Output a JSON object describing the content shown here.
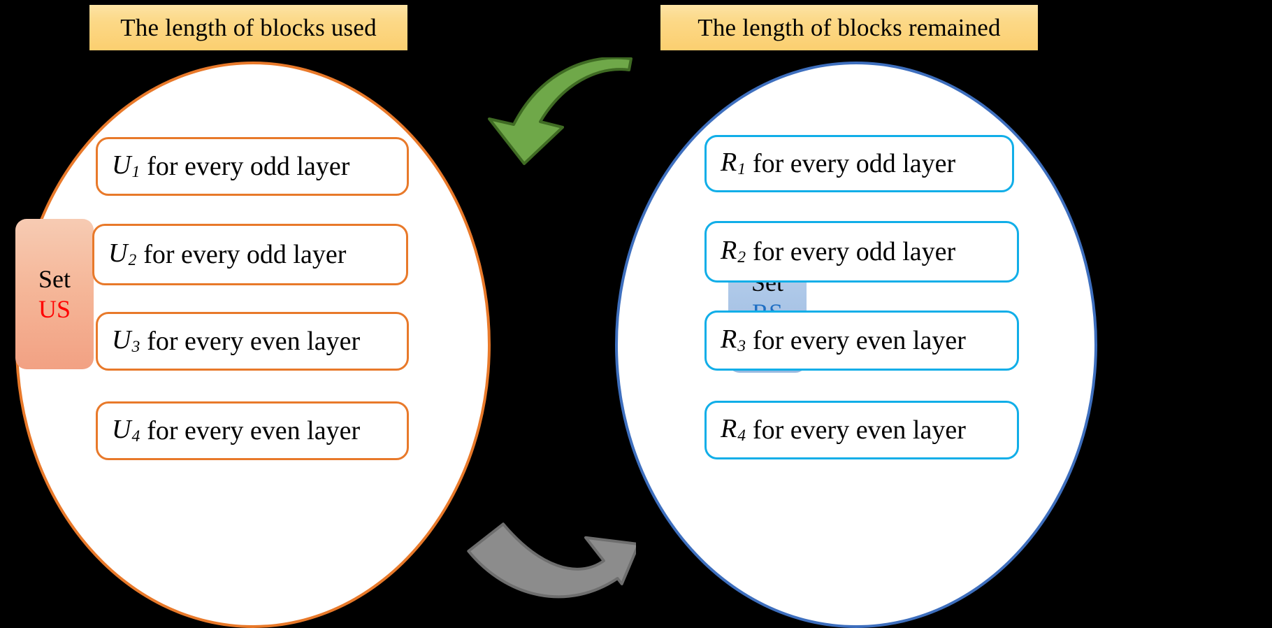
{
  "background_color": "#000000",
  "headers": {
    "left": "The length of blocks used",
    "right": "The length of blocks remained"
  },
  "left_group": {
    "name": "Set US",
    "set_tab": {
      "line1": "Set",
      "line2": "US"
    },
    "ellipse_border_color": "#E8792A",
    "box_border_color": "#E8792A",
    "tab_fill_color": "#F2A183",
    "code_color": "#FF0000",
    "items": [
      {
        "symbol": "U",
        "subscript": "1",
        "text": "for every odd layer"
      },
      {
        "symbol": "U",
        "subscript": "2",
        "text": "for every odd layer"
      },
      {
        "symbol": "U",
        "subscript": "3",
        "text": "for every even layer"
      },
      {
        "symbol": "U",
        "subscript": "4",
        "text": "for every even layer"
      }
    ]
  },
  "right_group": {
    "name": "Set RS",
    "set_tab": {
      "line1": "Set",
      "line2": "RS"
    },
    "ellipse_border_color": "#3E6FBE",
    "box_border_color": "#11AEE8",
    "tab_fill_color": "#98B9E0",
    "code_color": "#1F6FC4",
    "items": [
      {
        "symbol": "R",
        "subscript": "1",
        "text": "for every odd layer"
      },
      {
        "symbol": "R",
        "subscript": "2",
        "text": "for every odd layer"
      },
      {
        "symbol": "R",
        "subscript": "3",
        "text": "for every even layer"
      },
      {
        "symbol": "R",
        "subscript": "4",
        "text": "for every even layer"
      }
    ]
  },
  "arrows": [
    {
      "id": "top-arrow",
      "icon": "curved-arrow-left-icon",
      "direction": "right-to-left",
      "fill": "#6FA849",
      "stroke": "#3F6B23",
      "position": "top-center"
    },
    {
      "id": "bottom-arrow",
      "icon": "curved-arrow-right-icon",
      "direction": "left-to-right",
      "fill": "#8C8C8C",
      "stroke": "#6E6E6E",
      "position": "bottom-center"
    }
  ],
  "banner_colors": {
    "top": "#FDE3A4",
    "bottom": "#FBCF70"
  }
}
